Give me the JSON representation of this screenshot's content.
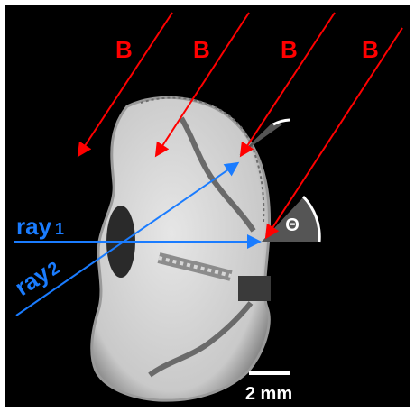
{
  "field_label": "B",
  "angle_label": "Θ",
  "rays": [
    {
      "name": "ray",
      "subscript": "1"
    },
    {
      "name": "ray",
      "subscript": "2"
    }
  ],
  "scale_bar": {
    "label": "2 mm"
  },
  "colors": {
    "field": "#ff0000",
    "ray": "#1a7cff",
    "background": "#000000",
    "tissue": "#d8d8d8",
    "angle_wedge": "#555555",
    "scale": "#ffffff"
  }
}
